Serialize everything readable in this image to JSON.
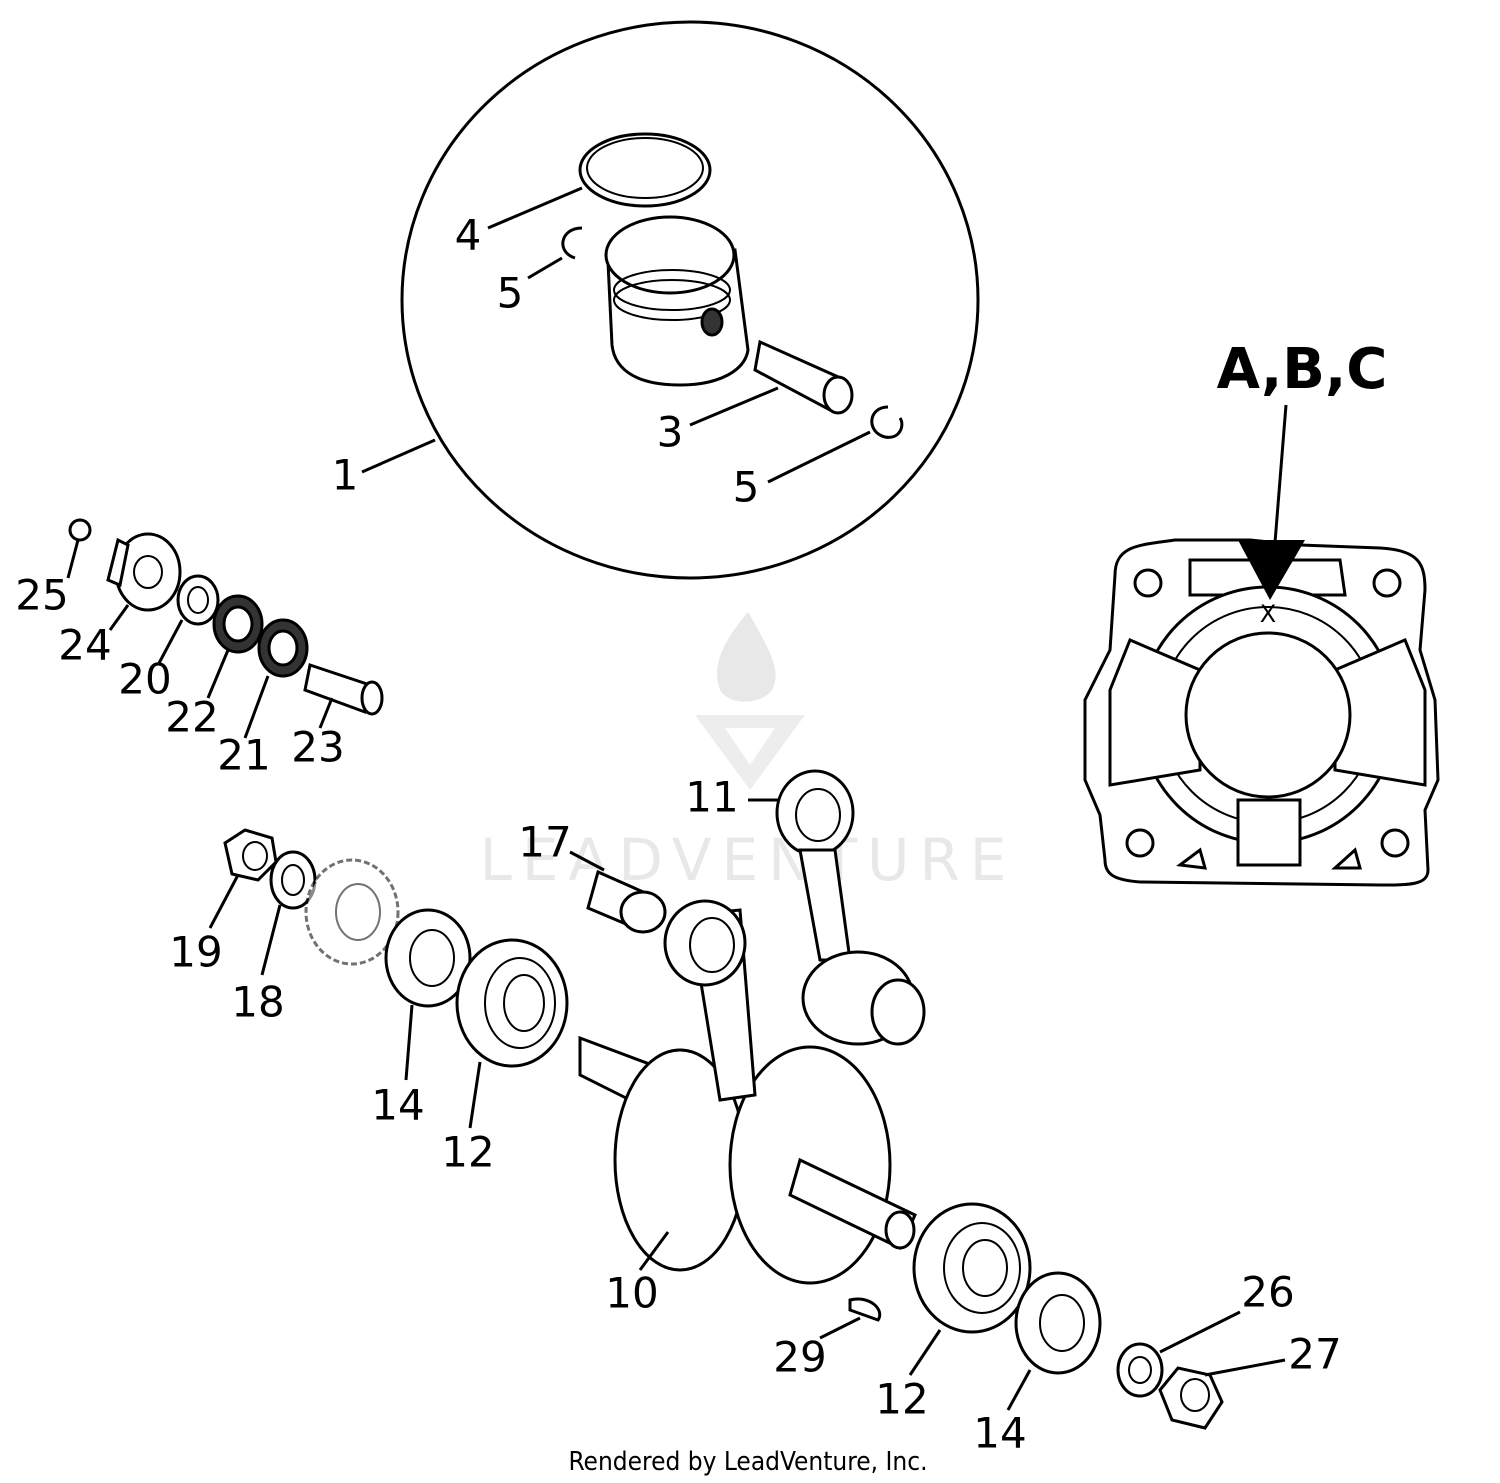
{
  "callouts": [
    {
      "id": "1",
      "label": "1"
    },
    {
      "id": "3",
      "label": "3"
    },
    {
      "id": "4",
      "label": "4"
    },
    {
      "id": "5a",
      "label": "5"
    },
    {
      "id": "5b",
      "label": "5"
    },
    {
      "id": "10",
      "label": "10"
    },
    {
      "id": "11",
      "label": "11"
    },
    {
      "id": "12a",
      "label": "12"
    },
    {
      "id": "12b",
      "label": "12"
    },
    {
      "id": "14a",
      "label": "14"
    },
    {
      "id": "14b",
      "label": "14"
    },
    {
      "id": "17",
      "label": "17"
    },
    {
      "id": "18",
      "label": "18"
    },
    {
      "id": "19",
      "label": "19"
    },
    {
      "id": "20",
      "label": "20"
    },
    {
      "id": "21",
      "label": "21"
    },
    {
      "id": "22",
      "label": "22"
    },
    {
      "id": "23",
      "label": "23"
    },
    {
      "id": "24",
      "label": "24"
    },
    {
      "id": "25",
      "label": "25"
    },
    {
      "id": "26",
      "label": "26"
    },
    {
      "id": "27",
      "label": "27"
    },
    {
      "id": "29",
      "label": "29"
    }
  ],
  "cylinder_marker": {
    "label": "A,B,C",
    "mark": "X"
  },
  "watermark": {
    "text": "LEADVENTURE"
  },
  "credit": {
    "text": "Rendered by LeadVenture, Inc."
  }
}
